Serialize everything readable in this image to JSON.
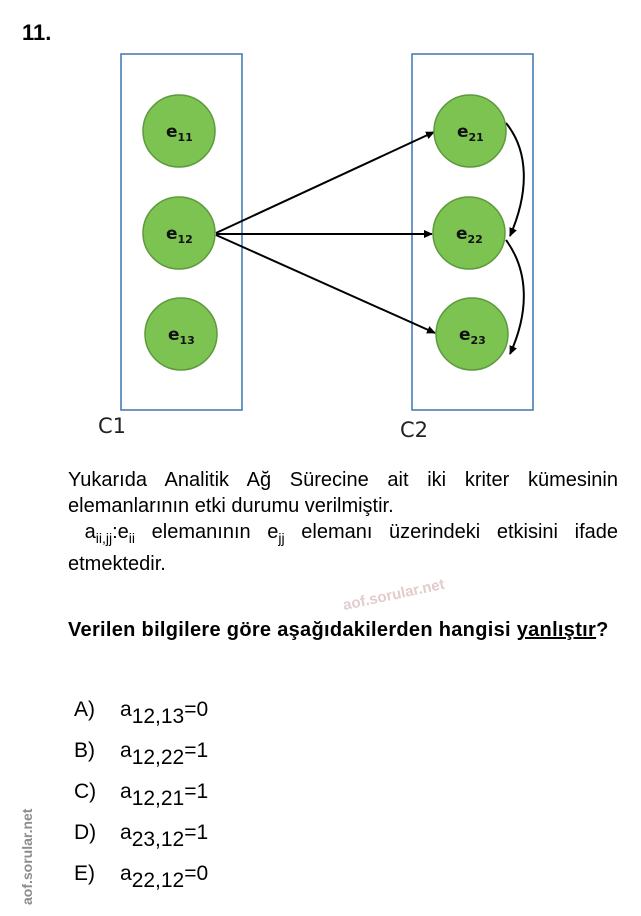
{
  "question": {
    "number": "11.",
    "stem_line1": "Yukarıda Analitik Ağ Sürecine ait iki kriter kümesinin elemanlarının etki durumu verilmiştir.",
    "stem_a": "a",
    "stem_a_sub": "ii,jj",
    "stem_colon": ":e",
    "stem_e1_sub": "ii",
    "stem_mid": " elemanının e",
    "stem_e2_sub": "jj",
    "stem_end": " elemanı üzerindeki etkisini ifade etmektedir.",
    "prompt_before": "Verilen bilgilere göre aşağıdakilerden hangisi ",
    "prompt_underlined": "yanlıştır",
    "prompt_after": "?"
  },
  "diagram": {
    "clusters": [
      {
        "label": "C1",
        "nodes": [
          "e",
          "e",
          "e"
        ],
        "subs": [
          "11",
          "12",
          "13"
        ]
      },
      {
        "label": "C2",
        "nodes": [
          "e",
          "e",
          "e"
        ],
        "subs": [
          "21",
          "22",
          "23"
        ]
      }
    ],
    "edges": [
      {
        "from": "e12",
        "to": "e21"
      },
      {
        "from": "e12",
        "to": "e22"
      },
      {
        "from": "e12",
        "to": "e23"
      },
      {
        "from": "e21",
        "to": "e22"
      },
      {
        "from": "e22",
        "to": "e23"
      }
    ],
    "colors": {
      "node_fill": "#7dc352",
      "node_stroke": "#5e9a3c",
      "box_stroke": "#4a7fb5",
      "edge": "#000000"
    }
  },
  "options": [
    {
      "letter": "A)",
      "a": "a",
      "sub": "12,13",
      "rhs": "=0"
    },
    {
      "letter": "B)",
      "a": "a",
      "sub": "12,22",
      "rhs": "=1"
    },
    {
      "letter": "C)",
      "a": "a",
      "sub": "12,21",
      "rhs": "=1"
    },
    {
      "letter": "D)",
      "a": "a",
      "sub": "23,12",
      "rhs": "=1"
    },
    {
      "letter": "E)",
      "a": "a",
      "sub": "22,12",
      "rhs": "=0"
    }
  ],
  "watermarks": {
    "center": "aof.sorular.net",
    "side": "aof.sorular.net"
  }
}
